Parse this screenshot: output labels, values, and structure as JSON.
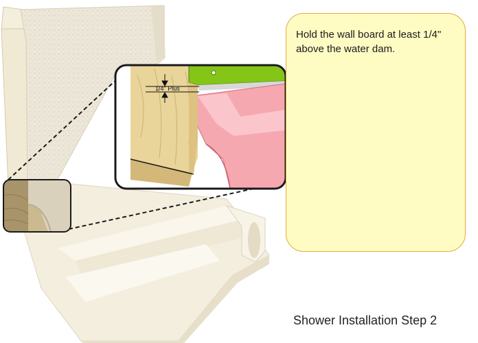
{
  "instruction": "Hold the wall board at least 1/4\" above the water dam.",
  "caption": "Shower Installation Step 2",
  "dimension_label": "1/4\" Plus",
  "colors": {
    "callout_fill": "#fffcc3",
    "callout_border": "#e2a93d",
    "shower_base": "#f3eedd",
    "wall_board": "#ece6d6",
    "wood": "#e9d49a",
    "water_dam": "#f6a8b0",
    "green_trim": "#84c518"
  }
}
